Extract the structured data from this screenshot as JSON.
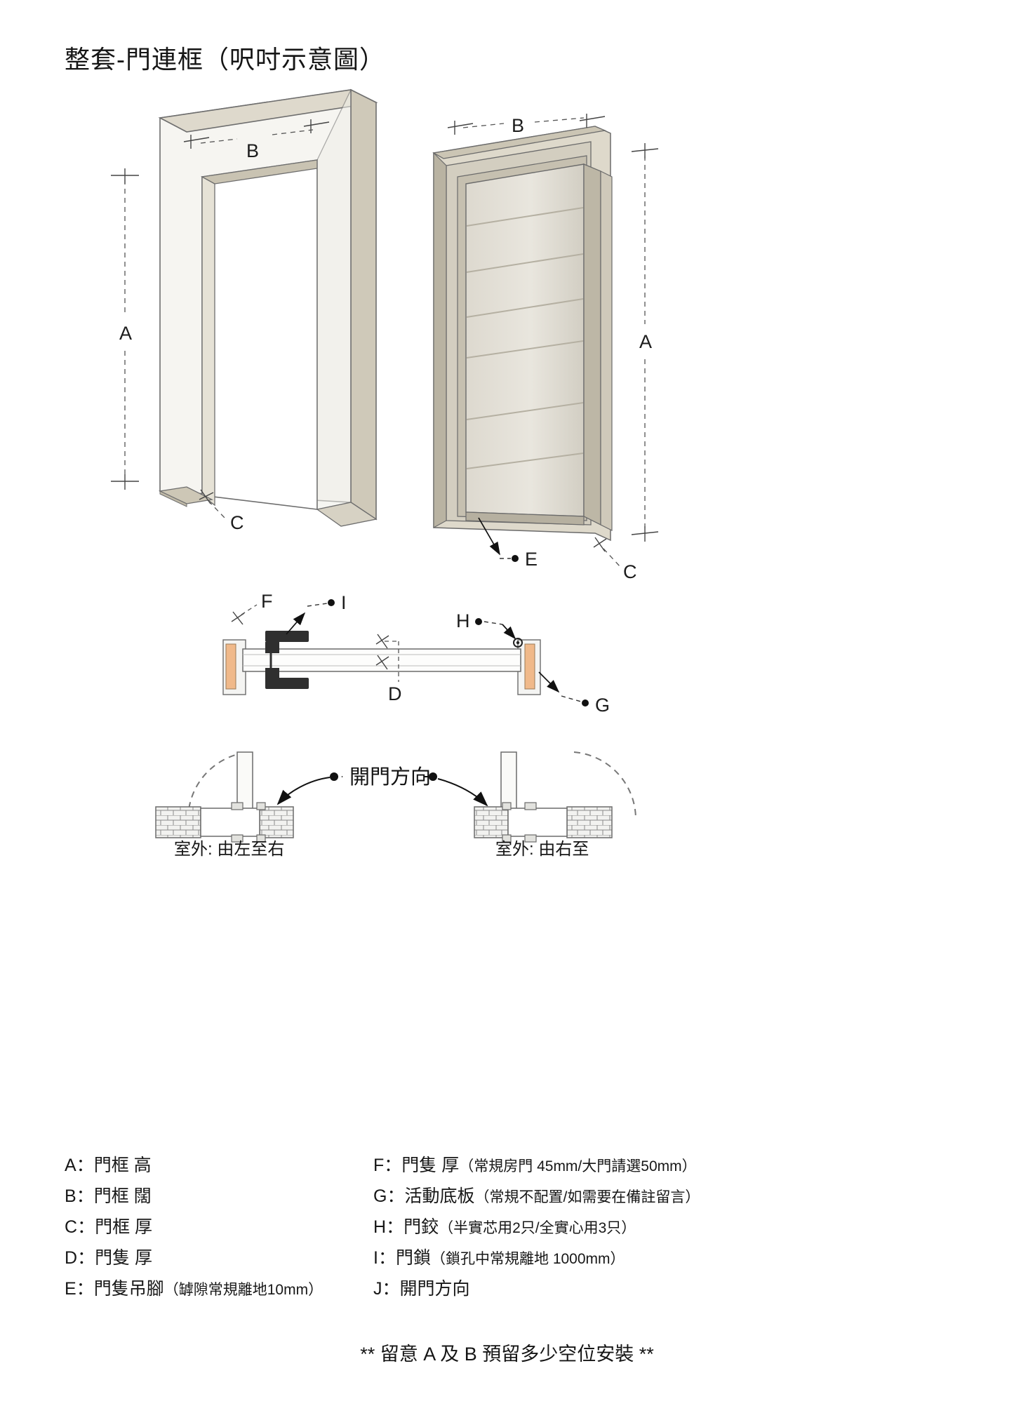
{
  "page": {
    "title": "整套-門連框（呎吋示意圖）",
    "background_color": "#ffffff",
    "line_color": "#555555",
    "footer_note": "** 留意 A 及 B 預留多少空位安裝 **"
  },
  "diagrams": {
    "frame_view": {
      "name": "door-frame-isometric",
      "dimension_labels": [
        "A",
        "B",
        "C"
      ]
    },
    "door_view": {
      "name": "door-with-frame-isometric",
      "dimension_labels": [
        "A",
        "B",
        "C",
        "E"
      ]
    },
    "section_view": {
      "name": "door-plan-section",
      "dimension_labels": [
        "F",
        "I",
        "H",
        "D",
        "G"
      ]
    },
    "swing_view": {
      "name": "door-swing-direction",
      "heading": "開門方向",
      "left_label": "室外:  由左至右",
      "right_label": "室外:  由右至"
    }
  },
  "legend": {
    "left": [
      {
        "key": "A",
        "term": "門框 高",
        "note": ""
      },
      {
        "key": "B",
        "term": "門框 闊",
        "note": ""
      },
      {
        "key": "C",
        "term": "門框 厚",
        "note": ""
      },
      {
        "key": "D",
        "term": "門隻 厚",
        "note": ""
      },
      {
        "key": "E",
        "term": "門隻吊腳",
        "note": "（罅隙常規離地10mm）"
      }
    ],
    "right": [
      {
        "key": "F",
        "term": "門隻 厚",
        "note": "（常規房門 45mm/大門請選50mm）"
      },
      {
        "key": "G",
        "term": "活動底板",
        "note": "（常規不配置/如需要在備註留言）"
      },
      {
        "key": "H",
        "term": "門鉸",
        "note": "（半實芯用2只/全實心用3只）"
      },
      {
        "key": "I",
        "term": "門鎖",
        "note": "（鎖孔中常規離地 1000mm）"
      },
      {
        "key": "J",
        "term": "開門方向",
        "note": ""
      }
    ]
  },
  "colors": {
    "frame_light": "#f4f3ef",
    "frame_mid": "#dedacd",
    "frame_dark": "#b8b2a0",
    "door_panel": "#d9d5cb",
    "door_panel_light": "#e6e3da",
    "accent_orange": "#f0b98a",
    "hardware_dark": "#2f2f2f",
    "line": "#6b6b6b"
  }
}
